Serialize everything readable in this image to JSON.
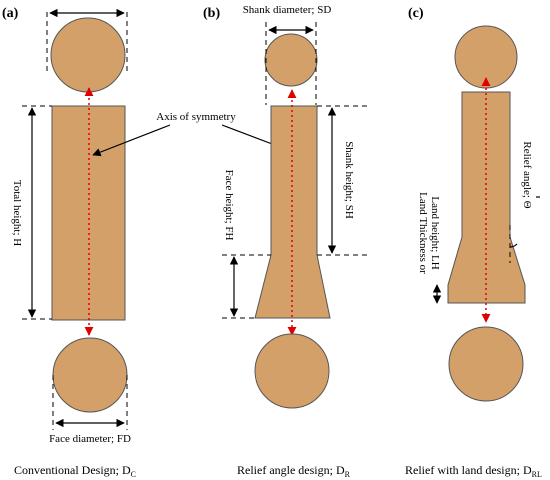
{
  "panels": {
    "a": {
      "tag": "(a)",
      "total_height": "Total height; H",
      "face_diameter": "Face diameter; FD",
      "caption": "Conventional Design; D",
      "caption_sub": "C"
    },
    "b": {
      "tag": "(b)",
      "shank_diameter": "Shank diameter; SD",
      "shank_height": "Shank height; SH",
      "face_height": "Face height; FH",
      "caption": "Relief angle design; D",
      "caption_sub": "R"
    },
    "c": {
      "tag": "(c)",
      "relief_angle": "Relief angle; Θ",
      "land_line1": "Land Thickness or",
      "land_line2": "Land height; LH",
      "caption": "Relief with land design; D",
      "caption_sub": "RL"
    }
  },
  "axis_label": "Axis of symmetry",
  "colors": {
    "body_fill": "#d4a06a",
    "axis_line": "#e00000",
    "outline": "#555555"
  }
}
